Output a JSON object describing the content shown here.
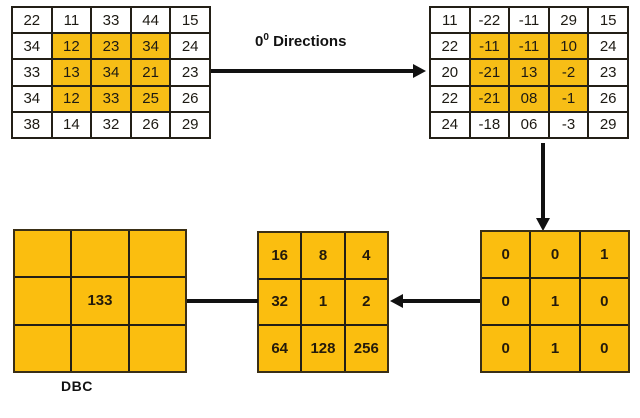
{
  "diagram": {
    "title_label": "DBC",
    "direction_label_value": "0",
    "direction_label_degree": "0",
    "direction_label_text": "Directions"
  },
  "matrices": {
    "source": {
      "name": "source-intensity-matrix",
      "rows": 5,
      "cols": 5,
      "values": [
        [
          "22",
          "11",
          "33",
          "44",
          "15"
        ],
        [
          "34",
          "12",
          "23",
          "34",
          "24"
        ],
        [
          "33",
          "13",
          "34",
          "21",
          "23"
        ],
        [
          "34",
          "12",
          "33",
          "25",
          "26"
        ],
        [
          "38",
          "14",
          "32",
          "26",
          "29"
        ]
      ],
      "highlight": [
        [
          false,
          false,
          false,
          false,
          false
        ],
        [
          false,
          true,
          true,
          true,
          false
        ],
        [
          false,
          true,
          true,
          true,
          false
        ],
        [
          false,
          true,
          true,
          true,
          false
        ],
        [
          false,
          false,
          false,
          false,
          false
        ]
      ]
    },
    "difference": {
      "name": "difference-matrix",
      "rows": 5,
      "cols": 5,
      "values": [
        [
          "11",
          "-22",
          "-11",
          "29",
          "15"
        ],
        [
          "22",
          "-11",
          "-11",
          "10",
          "24"
        ],
        [
          "20",
          "-21",
          "13",
          "-2",
          "23"
        ],
        [
          "22",
          "-21",
          "08",
          "-1",
          "26"
        ],
        [
          "24",
          "-18",
          "06",
          "-3",
          "29"
        ]
      ],
      "highlight": [
        [
          false,
          false,
          false,
          false,
          false
        ],
        [
          false,
          true,
          true,
          true,
          false
        ],
        [
          false,
          true,
          true,
          true,
          false
        ],
        [
          false,
          true,
          true,
          true,
          false
        ],
        [
          false,
          false,
          false,
          false,
          false
        ]
      ]
    },
    "binary": {
      "name": "binary-pattern-matrix",
      "rows": 3,
      "cols": 3,
      "values": [
        [
          "0",
          "0",
          "1"
        ],
        [
          "0",
          "1",
          "0"
        ],
        [
          "0",
          "1",
          "0"
        ]
      ]
    },
    "weights": {
      "name": "weight-matrix",
      "rows": 3,
      "cols": 3,
      "values": [
        [
          "16",
          "8",
          "4"
        ],
        [
          "32",
          "1",
          "2"
        ],
        [
          "64",
          "128",
          "256"
        ]
      ]
    },
    "dbc": {
      "name": "dbc-result-matrix",
      "rows": 3,
      "cols": 3,
      "values": [
        [
          "",
          "",
          ""
        ],
        [
          "",
          "133",
          ""
        ],
        [
          "",
          "",
          ""
        ]
      ]
    }
  },
  "arrows": [
    {
      "name": "arrow-source-to-difference",
      "direction": "right"
    },
    {
      "name": "arrow-difference-to-binary",
      "direction": "down"
    },
    {
      "name": "arrow-binary-to-weights",
      "direction": "left"
    },
    {
      "name": "arrow-weights-to-dbc",
      "direction": "left"
    }
  ],
  "colors": {
    "highlight_yellow": "#f7be16",
    "cell_yellow": "#fbbe0f",
    "border_dark": "#231f16",
    "arrow_black": "#111111",
    "text_dark": "#1d1a13",
    "background": "#ffffff"
  }
}
